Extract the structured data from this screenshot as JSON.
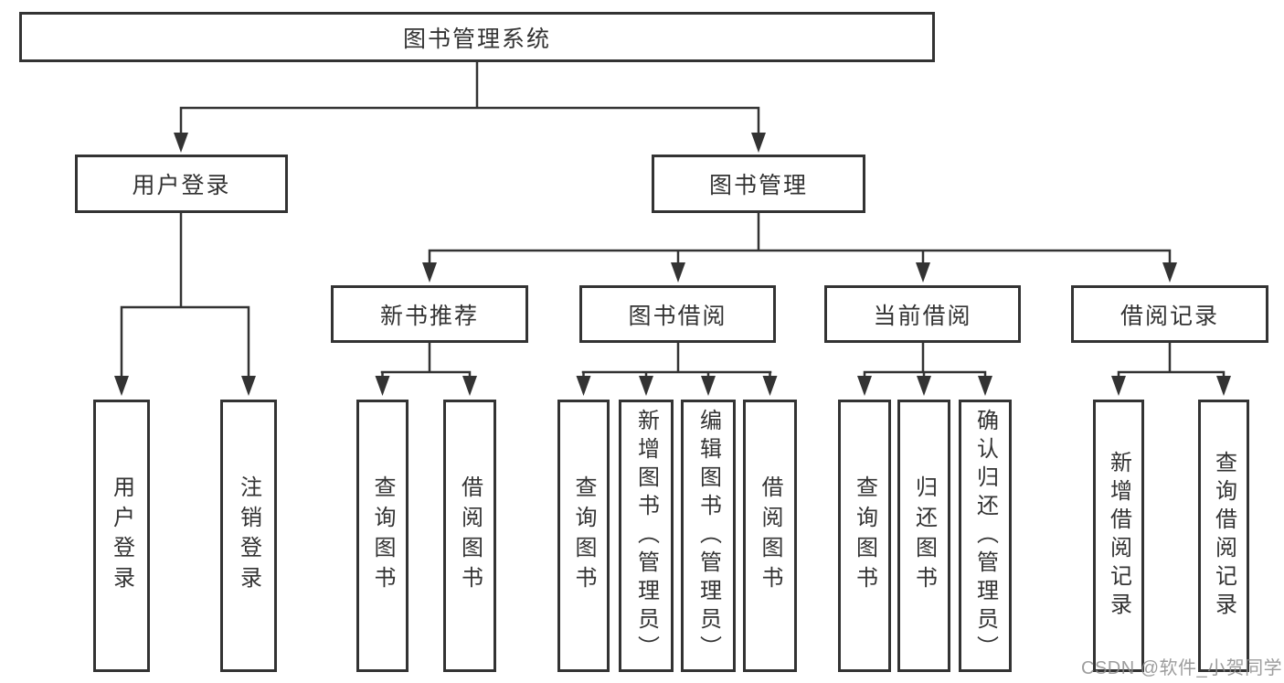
{
  "tree": {
    "label": "图书管理系统",
    "children": [
      {
        "label": "用户登录",
        "children": [
          {
            "label": "用户登录"
          },
          {
            "label": "注销登录"
          }
        ]
      },
      {
        "label": "图书管理",
        "children": [
          {
            "label": "新书推荐",
            "children": [
              {
                "label": "查询图书"
              },
              {
                "label": "借阅图书"
              }
            ]
          },
          {
            "label": "图书借阅",
            "children": [
              {
                "label": "查询图书"
              },
              {
                "label": "新增图书（管理员）"
              },
              {
                "label": "编辑图书（管理员）"
              },
              {
                "label": "借阅图书"
              }
            ]
          },
          {
            "label": "当前借阅",
            "children": [
              {
                "label": "查询图书"
              },
              {
                "label": "归还图书"
              },
              {
                "label": "确认归还（管理员）"
              }
            ]
          },
          {
            "label": "借阅记录",
            "children": [
              {
                "label": "新增借阅记录"
              },
              {
                "label": "查询借阅记录"
              }
            ]
          }
        ]
      }
    ]
  },
  "watermark": "CSDN @软件_小贺同学",
  "colors": {
    "line": "#333333",
    "box_border": "#333333",
    "box_fill": "#ffffff",
    "watermark": "#8c8c8c"
  }
}
